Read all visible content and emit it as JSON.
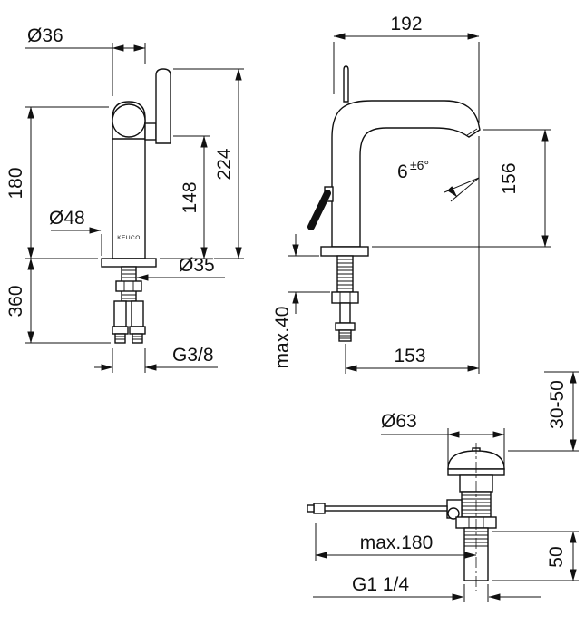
{
  "brand": "KEUCO",
  "front": {
    "d36": "Ø36",
    "h180": "180",
    "d48": "Ø48",
    "h360": "360",
    "h148": "148",
    "h224": "224",
    "d35": "Ø35",
    "g38": "G3/8"
  },
  "side": {
    "w192": "192",
    "angle_main": "6",
    "angle_tol": "±6°",
    "h156": "156",
    "max40": "max.40",
    "w153": "153"
  },
  "drain": {
    "d63": "Ø63",
    "r3050": "30-50",
    "max180": "max.180",
    "h50": "50",
    "g114": "G1 1/4"
  }
}
